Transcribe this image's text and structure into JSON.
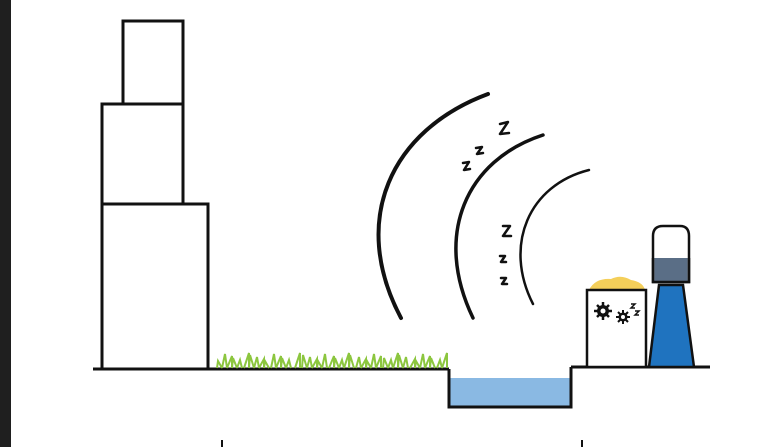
{
  "scene": {
    "background": "#ffffff",
    "frame_color": "#1f1f1f",
    "stroke_color": "#111111",
    "elements": [
      "tall-building",
      "grass",
      "water-trench",
      "sound-waves",
      "factory",
      "water-tower"
    ],
    "colors": {
      "grass": "#8cc63f",
      "water": "#8ab9e3",
      "tower_body": "#1f73bf",
      "tower_tank_water": "#5a6e86",
      "factory_roof": "#f4cf5a",
      "outline": "#111111"
    }
  }
}
